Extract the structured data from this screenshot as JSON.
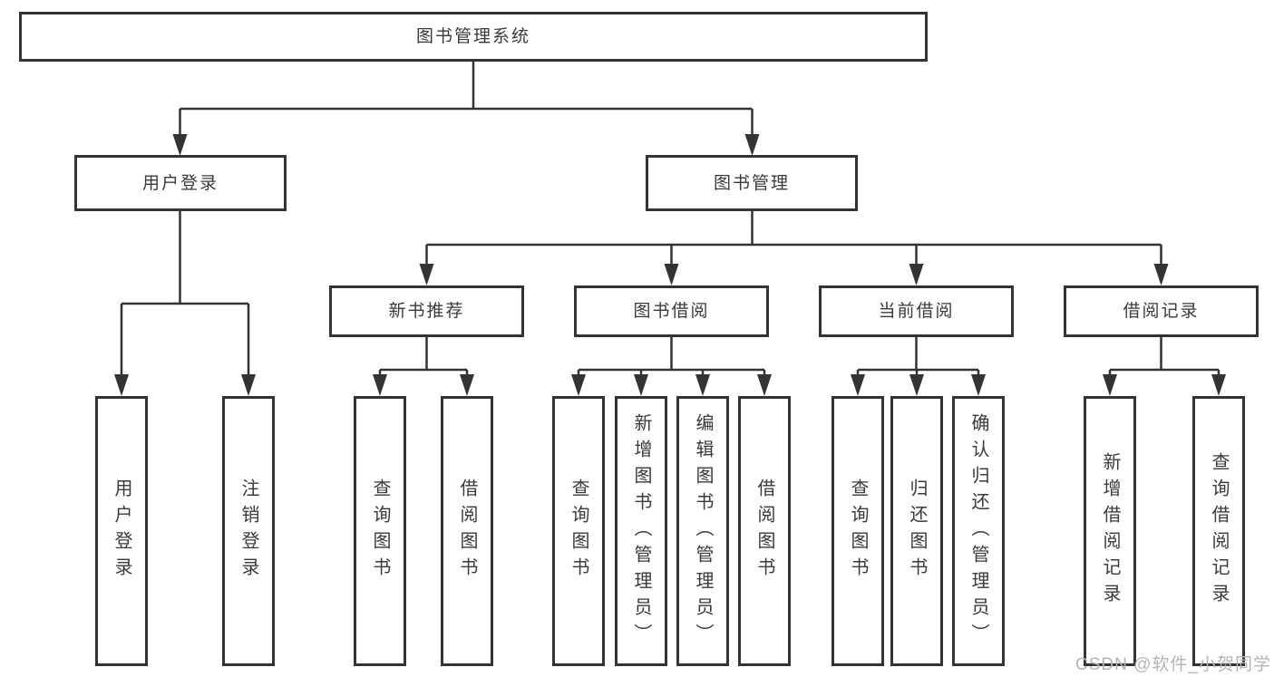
{
  "diagram": {
    "type": "hierarchy-tree",
    "root": {
      "label": "图书管理系统",
      "children": [
        {
          "label": "用户登录",
          "children": [
            {
              "label": "用户登录"
            },
            {
              "label": "注销登录"
            }
          ]
        },
        {
          "label": "图书管理",
          "children": [
            {
              "label": "新书推荐",
              "children": [
                {
                  "label": "查询图书"
                },
                {
                  "label": "借阅图书"
                }
              ]
            },
            {
              "label": "图书借阅",
              "children": [
                {
                  "label": "查询图书"
                },
                {
                  "label": "新增图书（管理员）"
                },
                {
                  "label": "编辑图书（管理员）"
                },
                {
                  "label": "借阅图书"
                }
              ]
            },
            {
              "label": "当前借阅",
              "children": [
                {
                  "label": "查询图书"
                },
                {
                  "label": "归还图书"
                },
                {
                  "label": "确认归还（管理员）"
                }
              ]
            },
            {
              "label": "借阅记录",
              "children": [
                {
                  "label": "新增借阅记录"
                },
                {
                  "label": "查询借阅记录"
                }
              ]
            }
          ]
        }
      ]
    },
    "colors": {
      "line": "#333333",
      "box_border": "#333333",
      "box_fill": "#ffffff",
      "text": "#3a3a3a",
      "watermark": "#b5b5b5"
    }
  },
  "watermark": {
    "text": "CSDN @软件_小贺同学"
  }
}
